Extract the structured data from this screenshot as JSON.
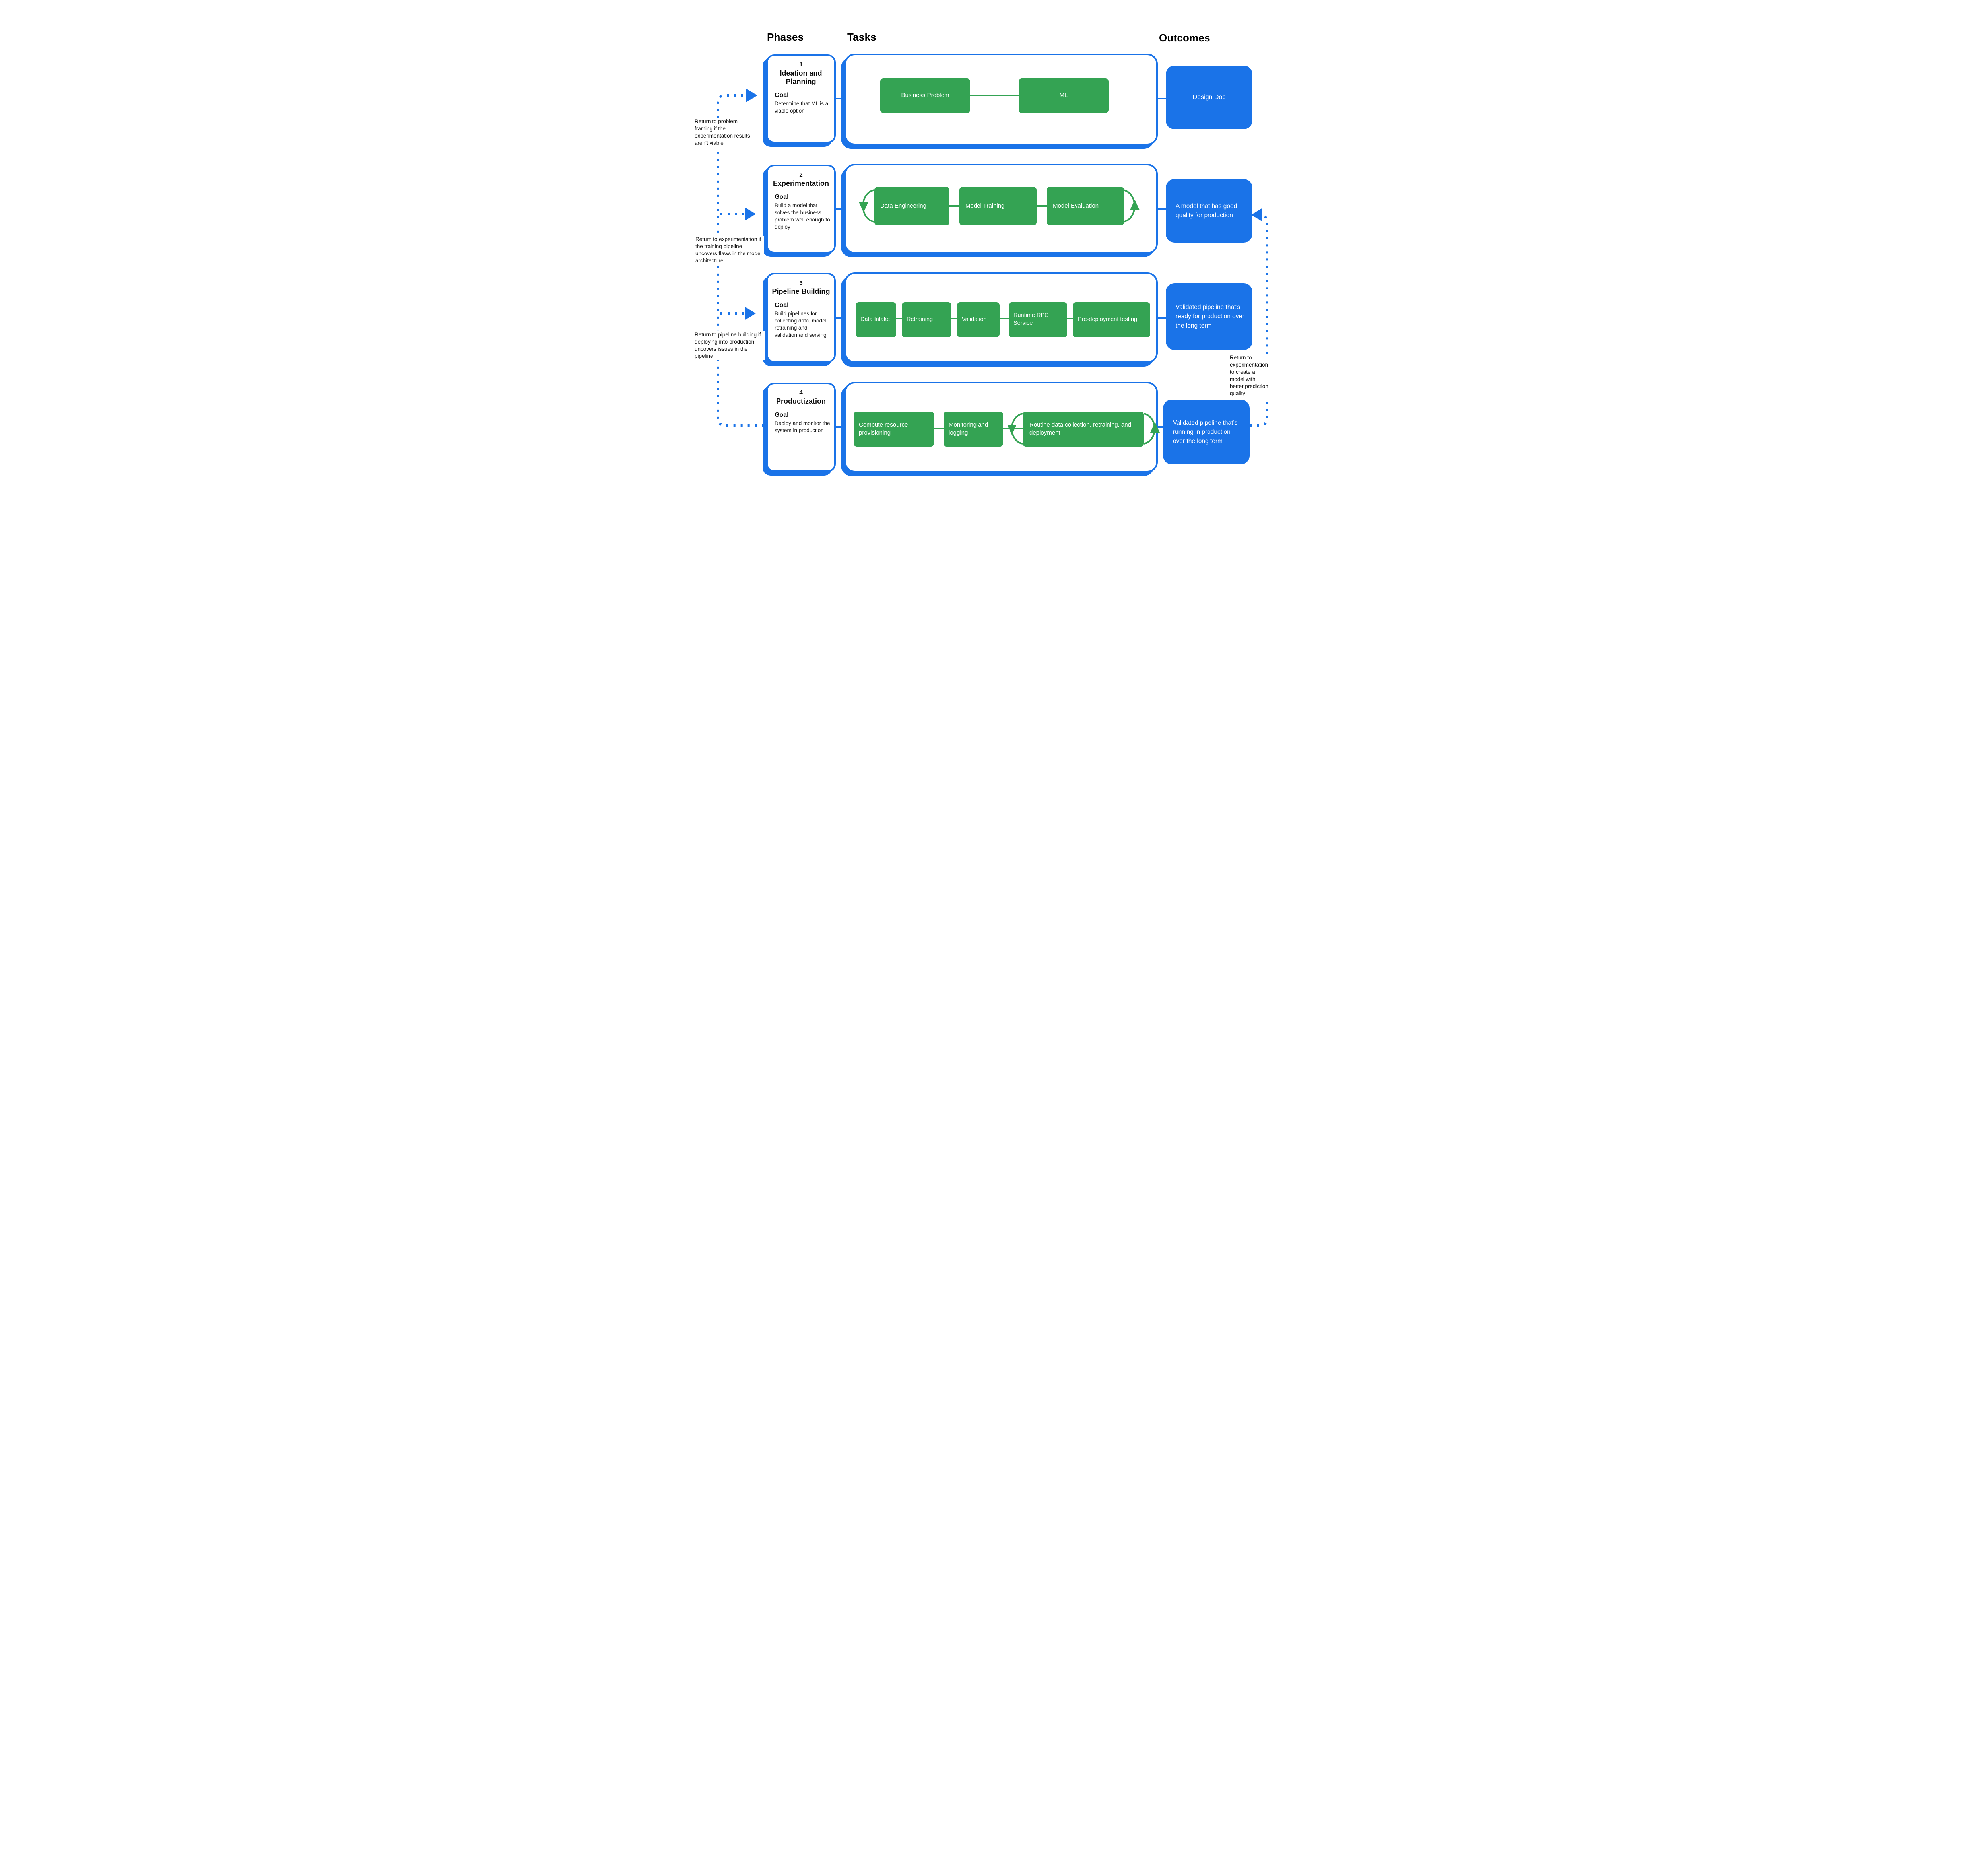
{
  "colors": {
    "blue": "#1A73E8",
    "green": "#34A353"
  },
  "headers": {
    "phases": "Phases",
    "tasks": "Tasks",
    "outcomes": "Outcomes"
  },
  "phases": [
    {
      "number": "1",
      "title": "Ideation and Planning",
      "goal_label": "Goal",
      "goal": "Determine that ML is a viable option"
    },
    {
      "number": "2",
      "title": "Experimentation",
      "goal_label": "Goal",
      "goal": "Build a model that solves the business problem well enough to deploy"
    },
    {
      "number": "3",
      "title": "Pipeline Building",
      "goal_label": "Goal",
      "goal": "Build pipelines for collecting data, model retraining and validation and serving"
    },
    {
      "number": "4",
      "title": "Productization",
      "goal_label": "Goal",
      "goal": "Deploy and monitor the system in production"
    }
  ],
  "tasks": {
    "row1": {
      "items": [
        "Business Problem",
        "ML"
      ]
    },
    "row2": {
      "items": [
        "Data Engineering",
        "Model Training",
        "Model Evaluation"
      ]
    },
    "row3": {
      "items": [
        "Data Intake",
        "Retraining",
        "Validation",
        "Runtime RPC Service",
        "Pre-deployment testing"
      ]
    },
    "row4": {
      "items": [
        "Compute resource provisioning",
        "Monitoring and logging",
        "Routine data collection, retraining, and deployment"
      ]
    }
  },
  "outcomes": [
    "Design Doc",
    "A model that has good quality for production",
    "Validated pipeline that’s ready for production over the long term",
    "Validated pipeline that’s running in production over the long term"
  ],
  "annotations": {
    "left": [
      "Return to problem framing if the experimentation results aren’t viable",
      "Return to experimentation if the training pipeline uncovers flaws in the model architecture",
      "Return to pipeline building if deploying into production uncovers issues in the pipeline"
    ],
    "right": [
      "Return to experimentation to create a model with better prediction quality"
    ]
  }
}
